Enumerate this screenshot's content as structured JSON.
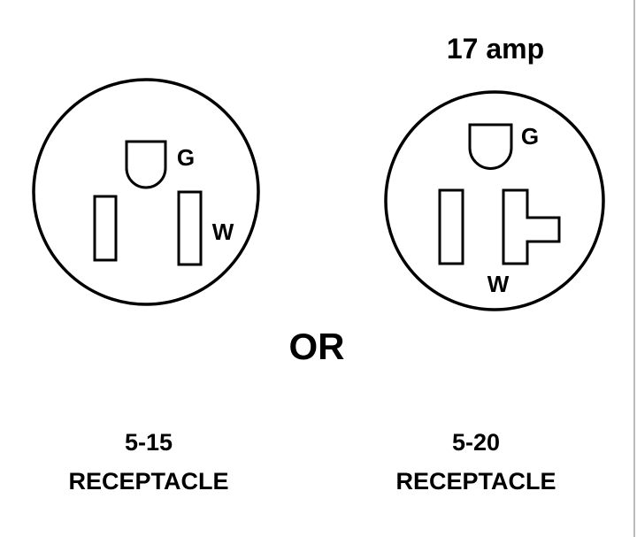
{
  "right_title": "17 amp",
  "separator": "OR",
  "left_receptacle": {
    "code": "5-15",
    "label": "RECEPTACLE",
    "ground_label": "G",
    "neutral_label": "W"
  },
  "right_receptacle": {
    "code": "5-20",
    "label": "RECEPTACLE",
    "ground_label": "G",
    "neutral_label": "W"
  },
  "colors": {
    "ink": "#000000",
    "background": "#ffffff"
  }
}
